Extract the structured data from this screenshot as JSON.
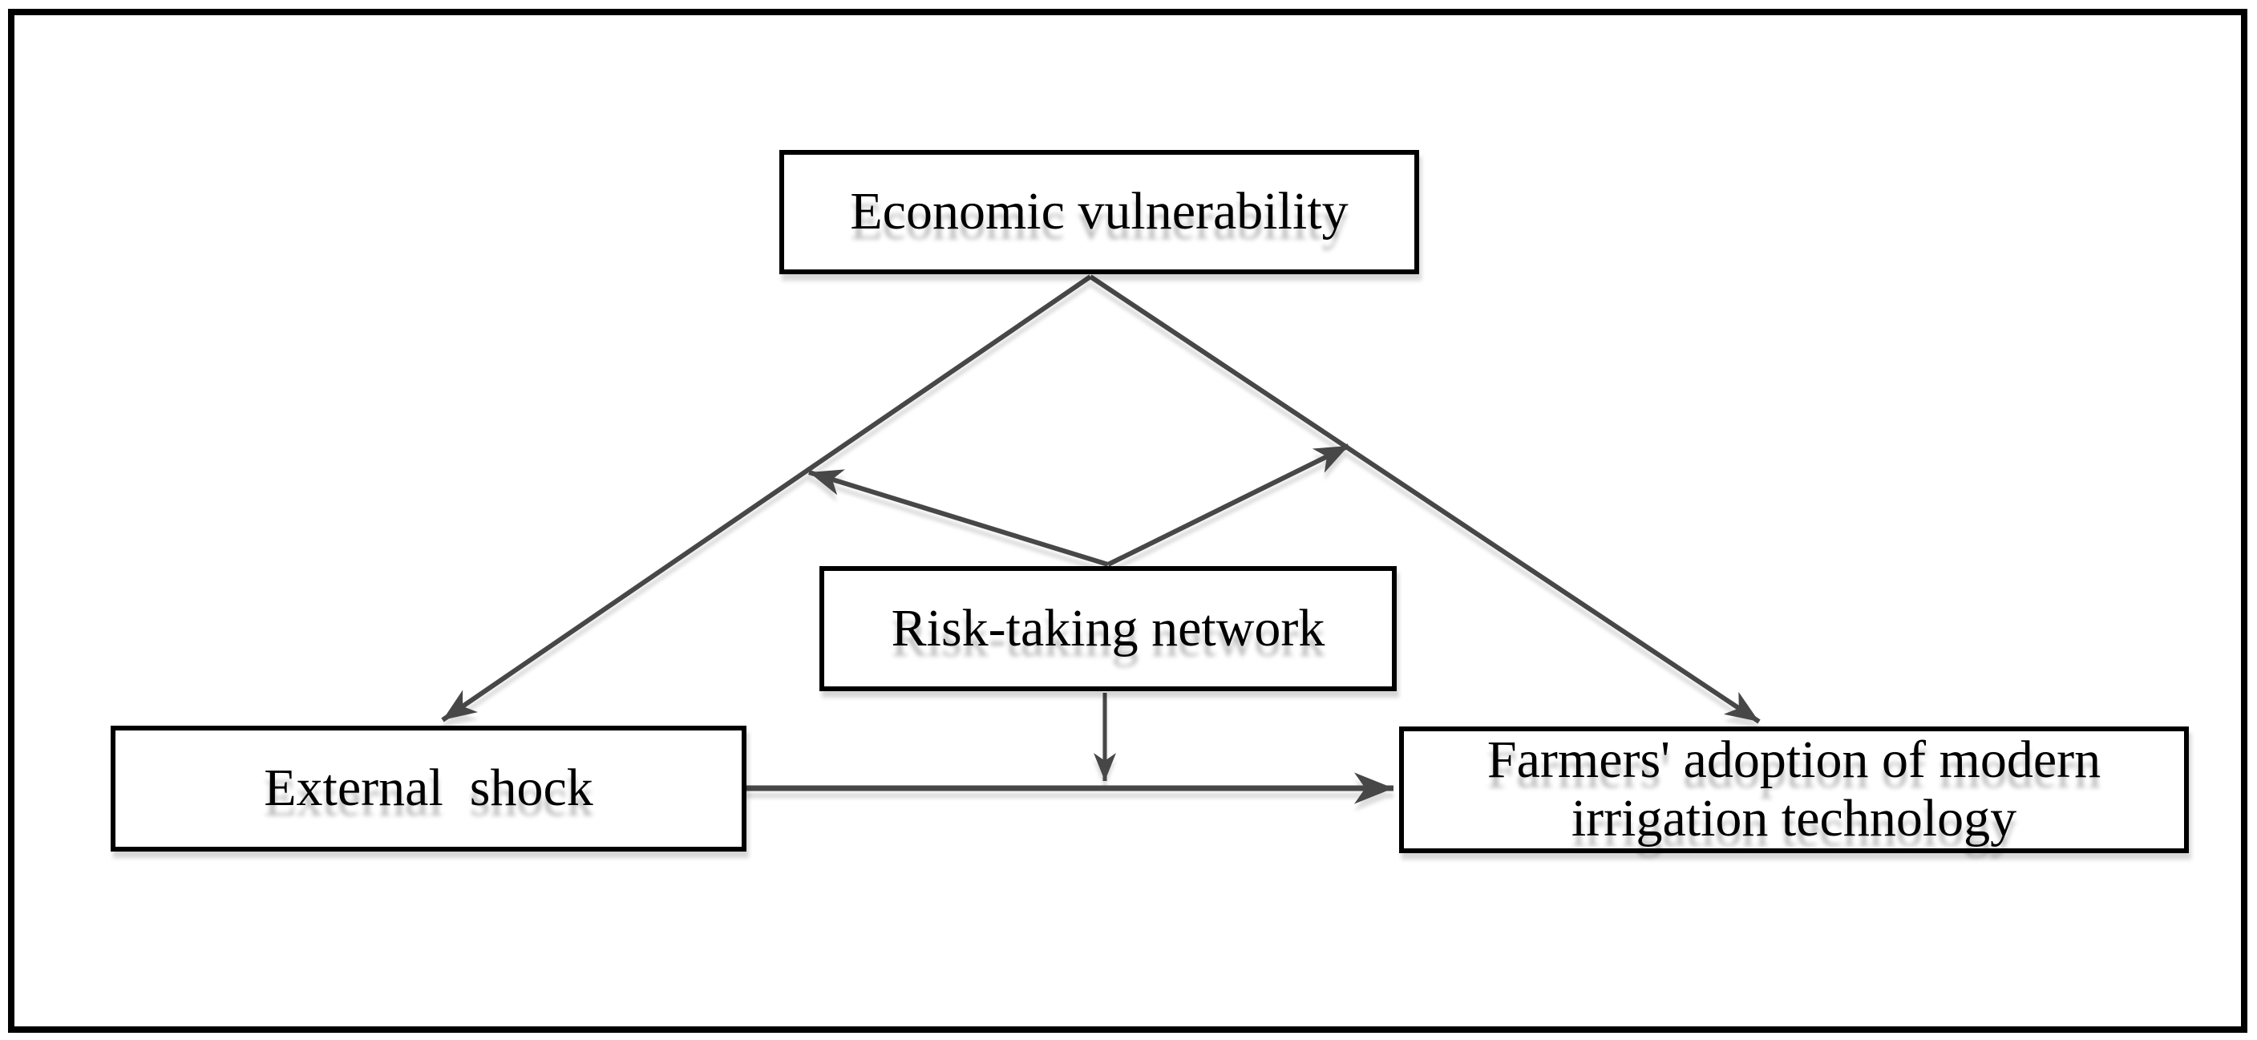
{
  "palette": {
    "background": "#ffffff",
    "frame_border_color": "#000000",
    "line_color": "#474747",
    "box_border_color": "#000000",
    "box_fill": "#ffffff",
    "text_color": "#000000"
  },
  "nodes": {
    "economic": {
      "label": "Economic vulnerability"
    },
    "risk": {
      "label": "Risk-taking network"
    },
    "shock": {
      "label": "External  shock"
    },
    "farmers": {
      "label": "Farmers' adoption of modern irrigation technology"
    }
  },
  "edges": [
    {
      "from": "economic",
      "to": "shock",
      "type": "directed-arrow"
    },
    {
      "from": "economic",
      "to": "farmers",
      "type": "directed-arrow"
    },
    {
      "from": "shock",
      "to": "farmers",
      "type": "directed-arrow"
    },
    {
      "from": "risk",
      "to": "path economic-shock",
      "type": "moderation-arrow"
    },
    {
      "from": "risk",
      "to": "path economic-farmers",
      "type": "moderation-arrow"
    },
    {
      "from": "risk",
      "to": "path shock-farmers",
      "type": "moderation-arrow"
    }
  ]
}
